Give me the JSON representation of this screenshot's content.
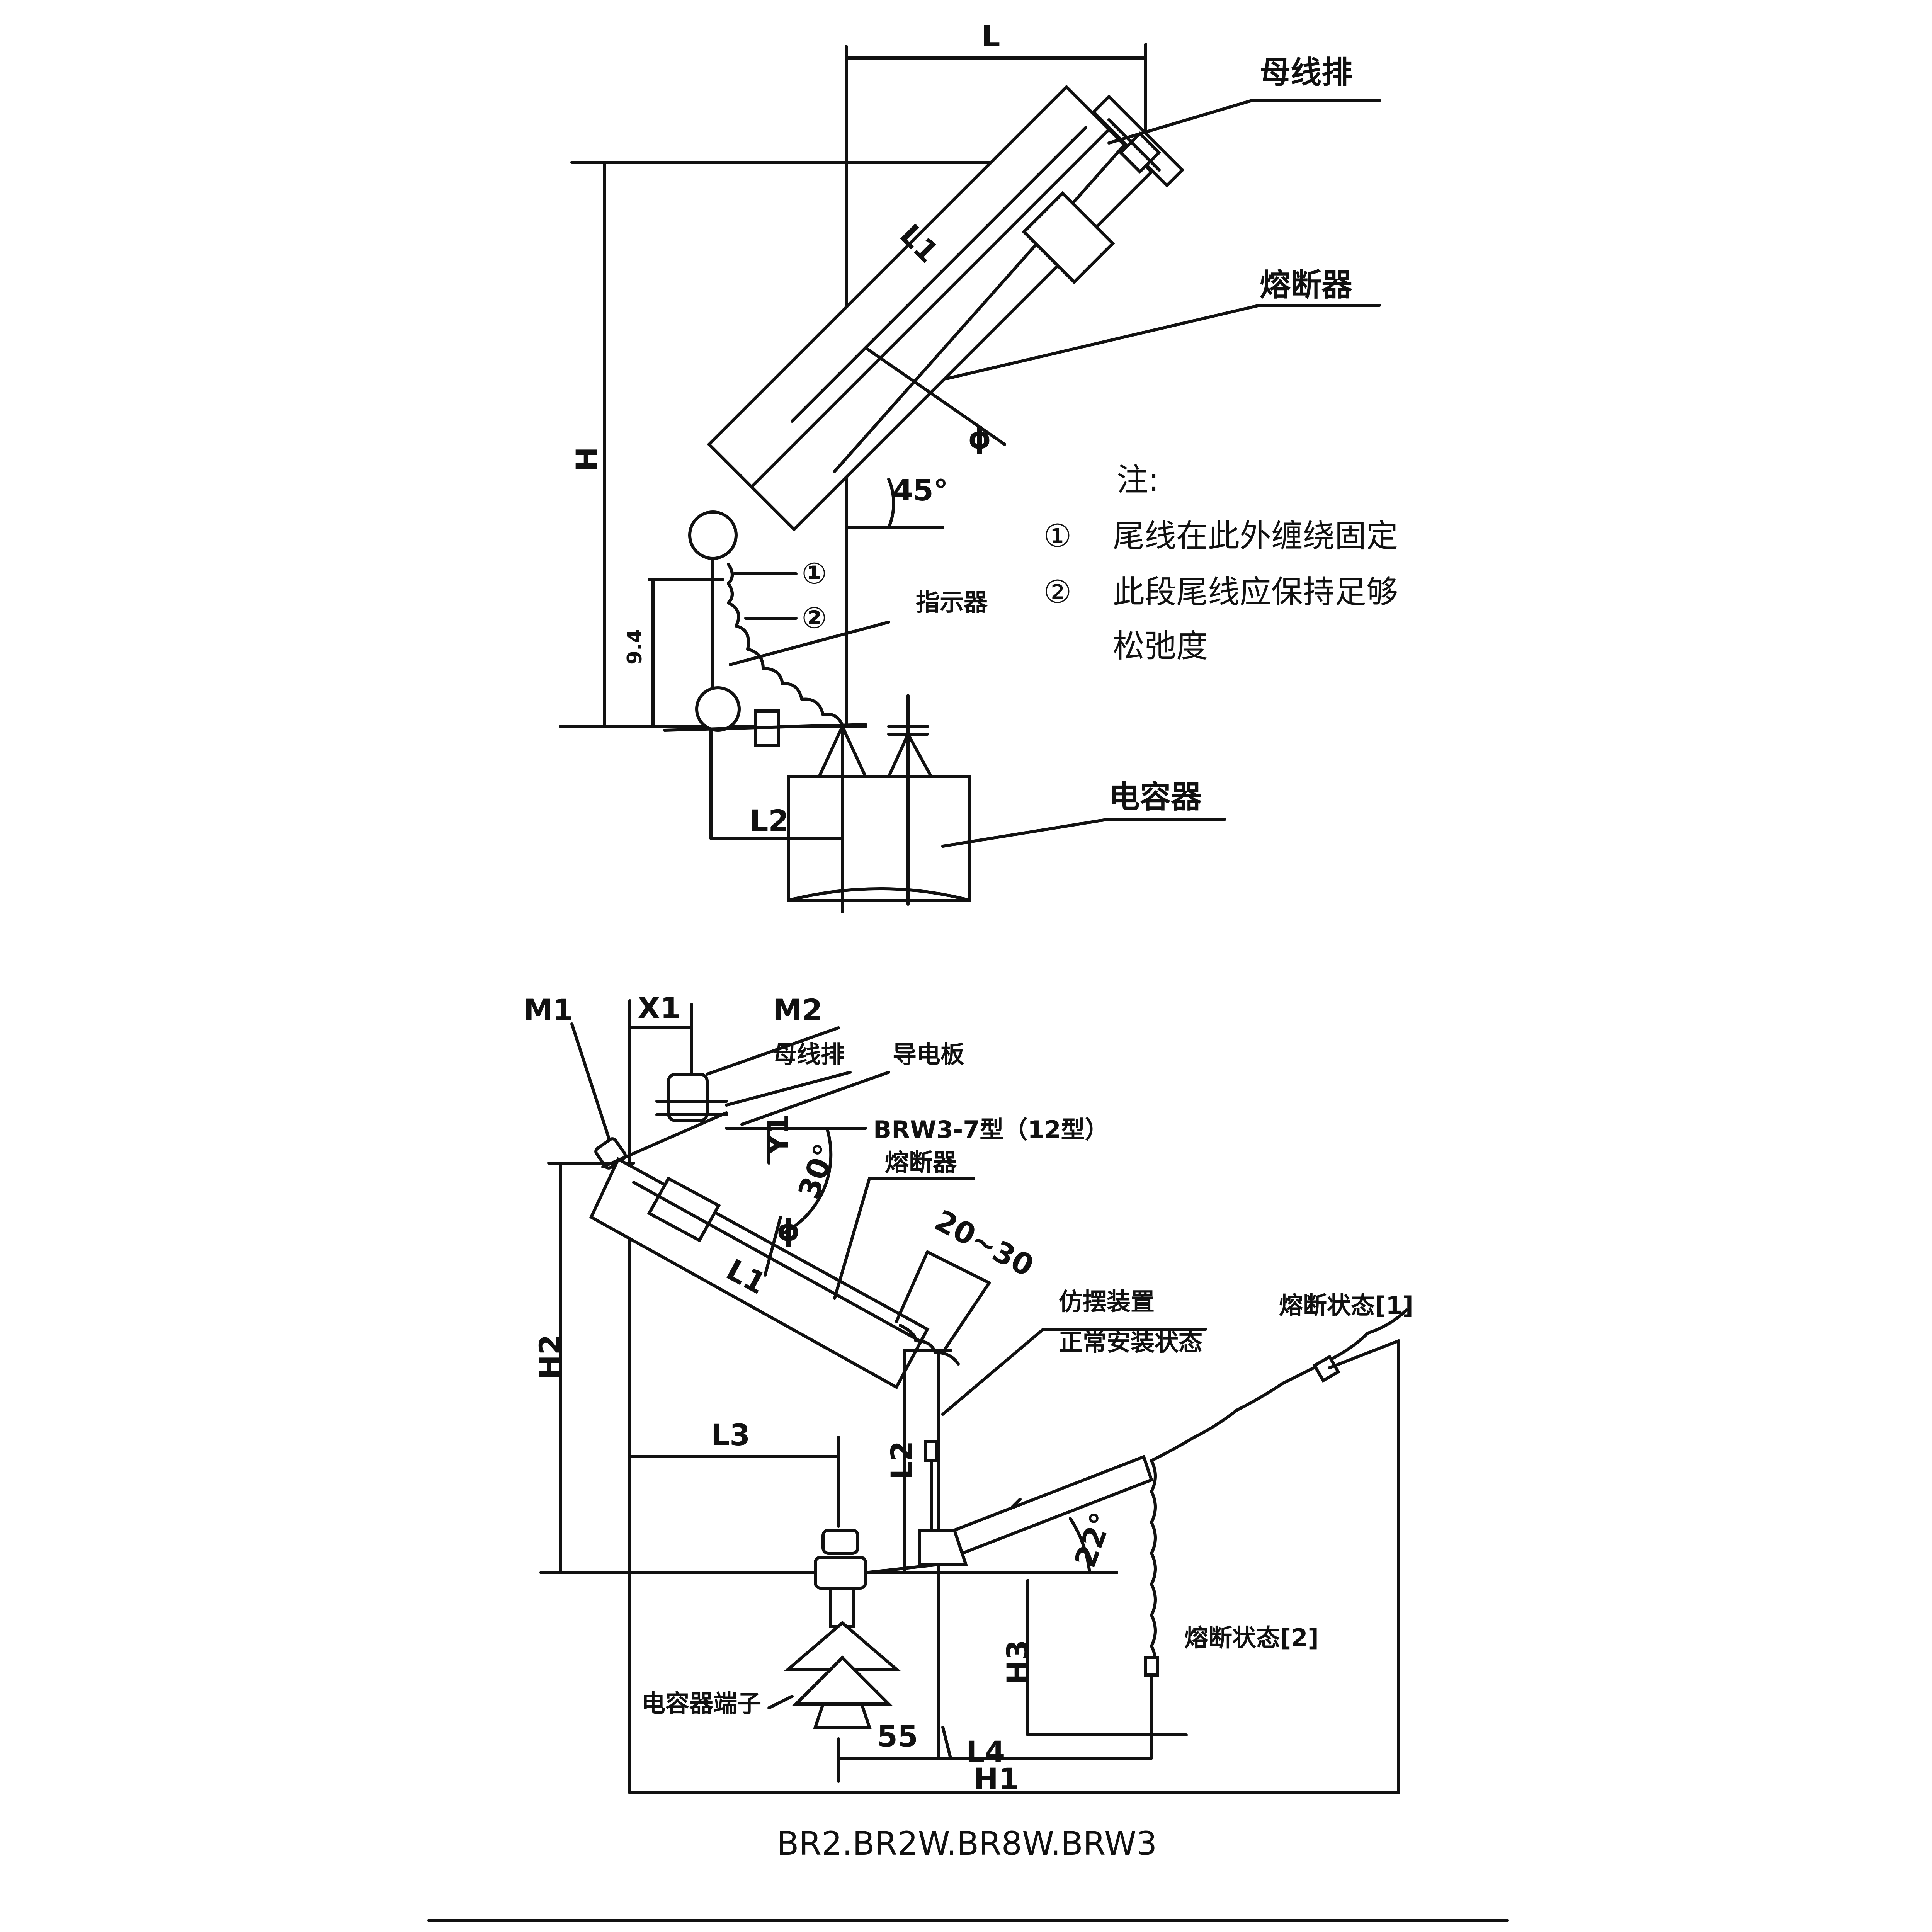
{
  "top_diagram": {
    "dim_L": "L",
    "dim_H": "H",
    "dim_L1": "L1",
    "dim_L2": "L2",
    "dim_phi": "ϕ",
    "angle": "45°",
    "dim_94": "9.4",
    "label_busbar": "母线排",
    "label_fuse": "熔断器",
    "label_indicator": "指示器",
    "label_capacitor": "电容器",
    "marker_1": "①",
    "marker_2": "②",
    "note_title": "注:",
    "note_1_marker": "①",
    "note_1": "尾线在此外缠绕固定",
    "note_2_marker": "②",
    "note_2_line1": "此段尾线应保持足够",
    "note_2_line2": "松弛度"
  },
  "bottom_diagram": {
    "dim_M1": "M1",
    "dim_X1": "X1",
    "dim_M2": "M2",
    "dim_Y1": "Y1",
    "dim_H2": "H2",
    "dim_L1": "L1",
    "dim_L2": "L2",
    "dim_L3": "L3",
    "dim_H3": "H3",
    "dim_L4": "L4",
    "dim_H1": "H1",
    "dim_55": "55",
    "dim_20_30": "20~30",
    "dim_phi": "ϕ",
    "angle_30": "30°",
    "angle_22": "22°",
    "label_busbar": "母线排",
    "label_conductor_plate": "导电板",
    "label_model": "BRW3-7型（12型）",
    "label_fuse": "熔断器",
    "label_anti_swing_1": "仿摆装置",
    "label_anti_swing_2": "正常安装状态",
    "label_blown_1": "熔断状态[1]",
    "label_blown_2": "熔断状态[2]",
    "label_terminal": "电容器端子"
  },
  "caption": "BR2.BR2W.BR8W.BRW3"
}
